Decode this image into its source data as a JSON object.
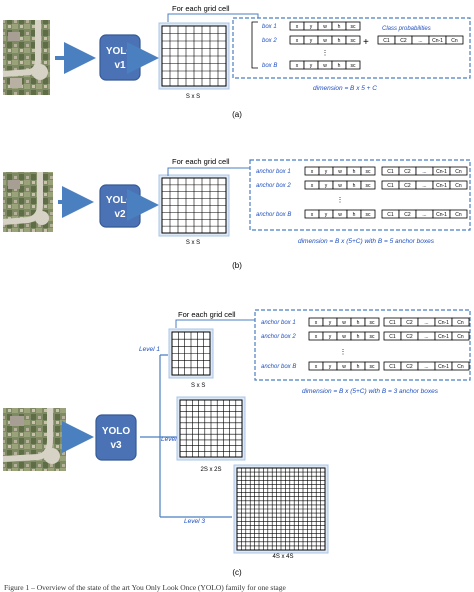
{
  "panel_a": {
    "model_label": {
      "line1": "YOLO",
      "line2": "v1"
    },
    "grid_caption": "For each grid cell",
    "grid_size": "S x S",
    "box_labels": [
      "box 1",
      "box 2",
      "box B"
    ],
    "box_fields": [
      "x",
      "y",
      "w",
      "h",
      "sc"
    ],
    "plus": "+",
    "class_prob_label": "Class probabilities",
    "class_fields": [
      "C1",
      "C2",
      "...",
      "Cn-1",
      "Cn"
    ],
    "dimension": "dimension = B x 5 + C",
    "caption": "(a)"
  },
  "panel_b": {
    "model_label": {
      "line1": "YOLO",
      "line2": "v2"
    },
    "grid_caption": "For each grid cell",
    "grid_size": "S x S",
    "box_labels": [
      "anchor box 1",
      "anchor box 2",
      "anchor box B"
    ],
    "box_fields": [
      "x",
      "y",
      "w",
      "h",
      "sc"
    ],
    "class_fields": [
      "C1",
      "C2",
      "...",
      "Cn-1",
      "Cn"
    ],
    "dimension": "dimension = B x (5+C) with B = 5 anchor boxes",
    "caption": "(b)"
  },
  "panel_c": {
    "model_label": {
      "line1": "YOLO",
      "line2": "v3"
    },
    "grid_caption": "For each grid cell",
    "levels": [
      {
        "name": "Level 1",
        "size": "S x S"
      },
      {
        "name": "Level 2",
        "size": "2S x 2S"
      },
      {
        "name": "Level 3",
        "size": "4S x 4S"
      }
    ],
    "box_labels": [
      "anchor box 1",
      "anchor box 2",
      "anchor box B"
    ],
    "box_fields": [
      "x",
      "y",
      "w",
      "h",
      "sc"
    ],
    "class_fields": [
      "C1",
      "C2",
      "...",
      "Cn-1",
      "Cn"
    ],
    "dimension": "dimension = B x (5+C) with B = 3 anchor boxes",
    "caption": "(c)"
  },
  "figure_caption": "Figure 1 – Overview of the state of the art You Only Look Once (YOLO) family for one stage"
}
